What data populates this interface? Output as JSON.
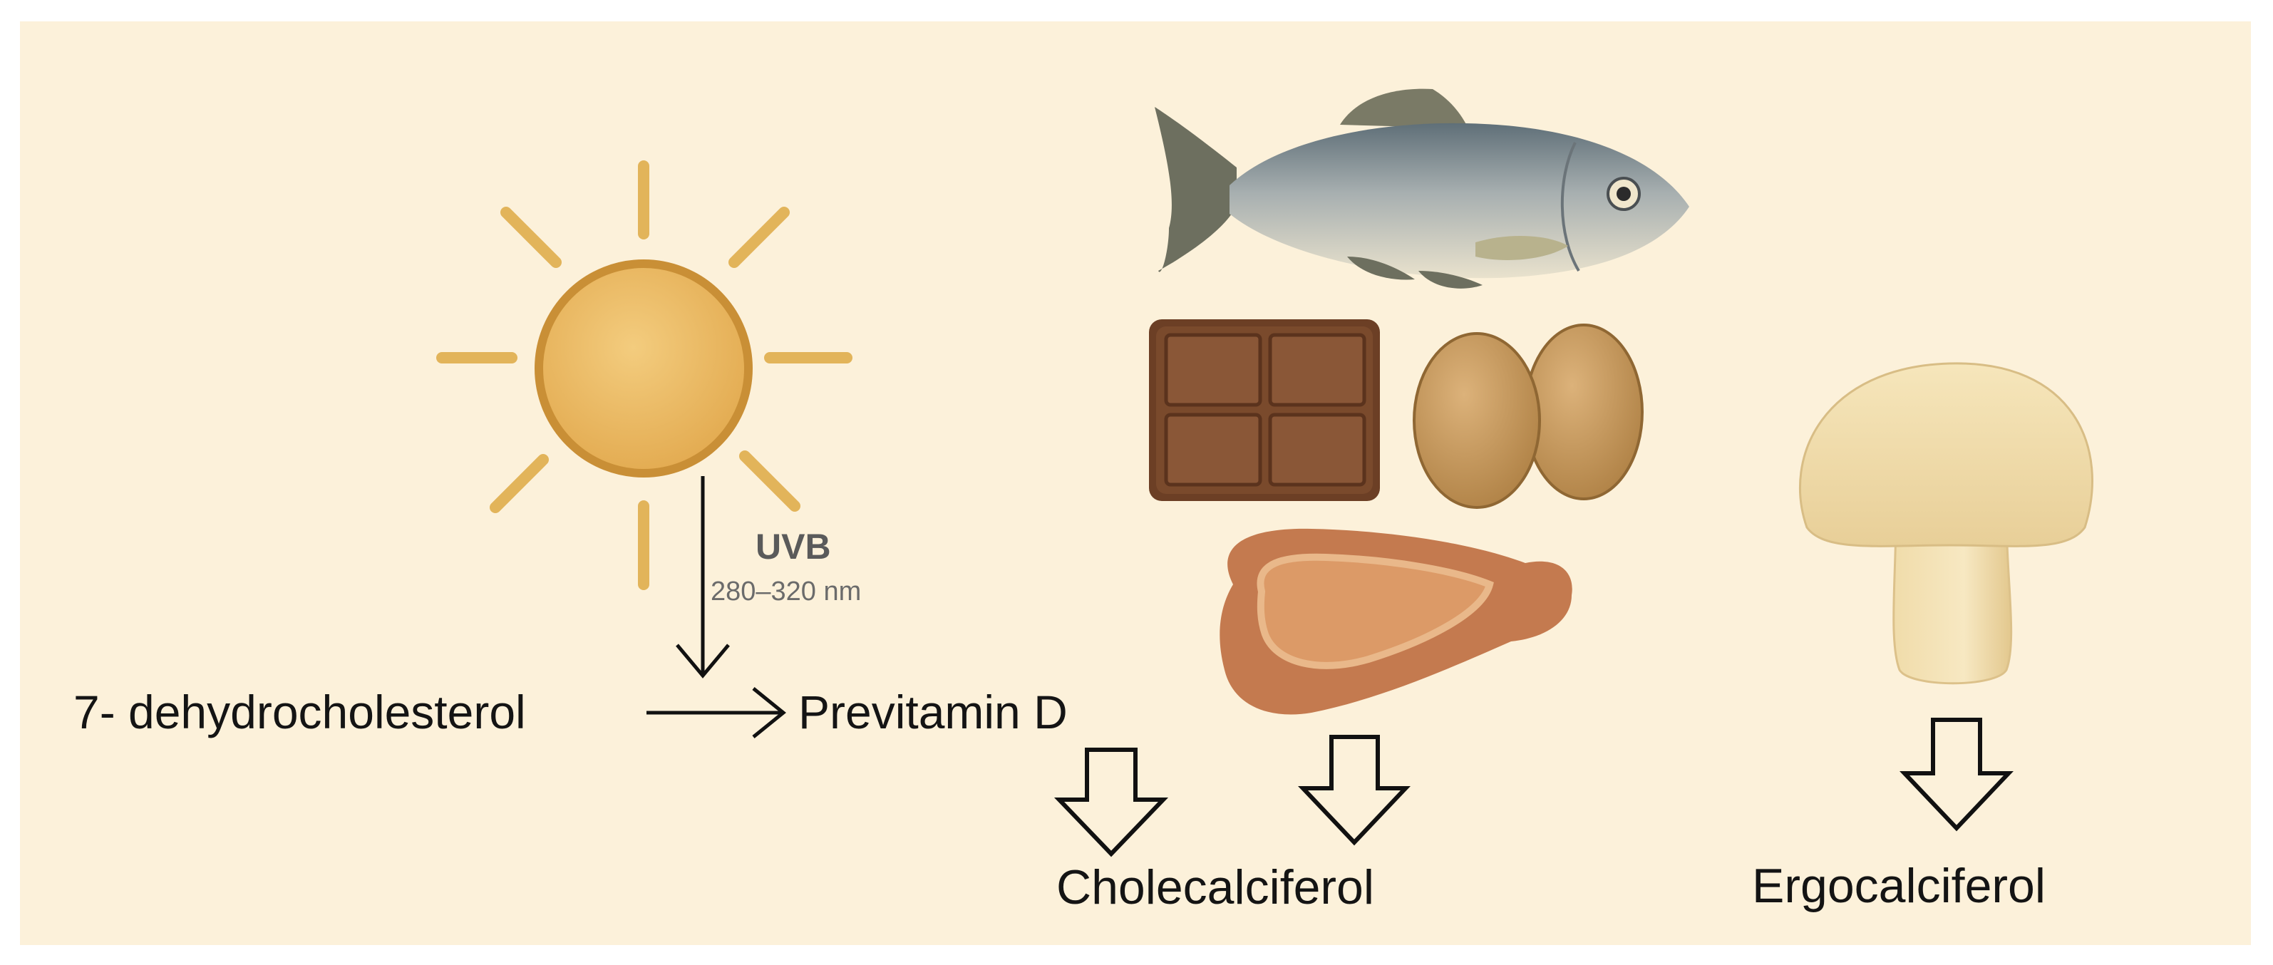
{
  "labels": {
    "precursor": "7- dehydrocholesterol",
    "product": "Previtamin D",
    "radiation": "UVB",
    "wavelength": "280–320 nm",
    "cholecalciferol": "Cholecalciferol",
    "ergocalciferol": "Ergocalciferol"
  },
  "icons": [
    "sun-icon",
    "fish-icon",
    "chocolate-bar-icon",
    "eggs-icon",
    "meat-icon",
    "mushroom-icon"
  ],
  "colors": {
    "background": "#fcf1da",
    "sun": "#e9b760",
    "sun_rim": "#c98f36",
    "sun_rays": "#e2b45a",
    "chocolate": "#7a4a2c",
    "egg": "#c99a5c",
    "meat": "#c47a4f",
    "mushroom": "#f3dfae",
    "fish": "#9aa3a6",
    "text": "#141414"
  }
}
